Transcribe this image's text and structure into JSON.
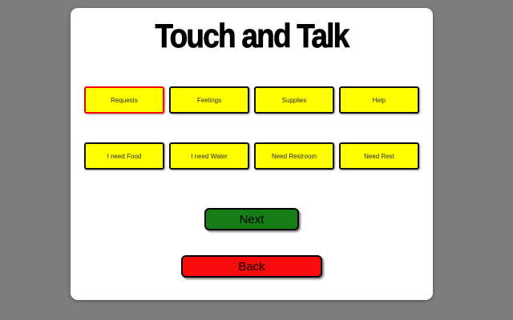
{
  "app": {
    "title": "Touch and Talk"
  },
  "categories": [
    {
      "label": "Requests",
      "selected": true
    },
    {
      "label": "Feelings",
      "selected": false
    },
    {
      "label": "Supplies",
      "selected": false
    },
    {
      "label": "Help",
      "selected": false
    }
  ],
  "phrases": [
    {
      "label": "I need Food"
    },
    {
      "label": "I need Water"
    },
    {
      "label": "Need Restroom"
    },
    {
      "label": "Need Rest"
    }
  ],
  "nav": {
    "next_label": "Next",
    "back_label": "Back"
  },
  "colors": {
    "background": "#7d7d7d",
    "card": "#ffffff",
    "tile": "#ffff00",
    "tile-border": "#111111",
    "selected-border": "#ff0000",
    "next": "#167d16",
    "back": "#fa0b0b",
    "text": "#000000"
  }
}
